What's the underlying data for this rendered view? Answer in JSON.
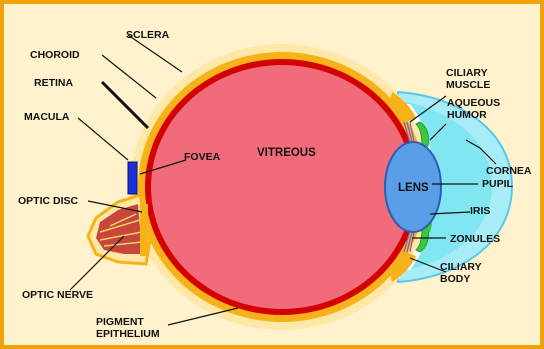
{
  "diagram": {
    "labels": {
      "sclera": "SCLERA",
      "choroid": "CHOROID",
      "retina": "RETINA",
      "macula": "MACULA",
      "fovea": "FOVEA",
      "vitreous": "VITREOUS",
      "optic_disc": "OPTIC DISC",
      "optic_nerve": "OPTIC NERVE",
      "pigment_epithelium_1": "PIGMENT",
      "pigment_epithelium_2": "EPITHELIUM",
      "ciliary_muscle_1": "CILIARY",
      "ciliary_muscle_2": "MUSCLE",
      "aqueous_humor_1": "AQUEOUS",
      "aqueous_humor_2": "HUMOR",
      "cornea": "CORNEA",
      "pupil": "PUPIL",
      "lens": "LENS",
      "iris": "IRIS",
      "zonules": "ZONULES",
      "ciliary_body_1": "CILIARY",
      "ciliary_body_2": "BODY"
    },
    "colors": {
      "background": "#fff2cc",
      "frame": "#f2a20a",
      "sclera": "#fde8a8",
      "choroid": "#f7b21a",
      "retina": "#d40000",
      "vitreous": "#f26b7a",
      "lens": "#5b9ee8",
      "cornea": "#a8ecf8",
      "aqueous": "#7fe6f2",
      "iris": "#3ec63e",
      "fovea": "#1a2fd9",
      "optic_nerve": "#c8463c"
    }
  }
}
